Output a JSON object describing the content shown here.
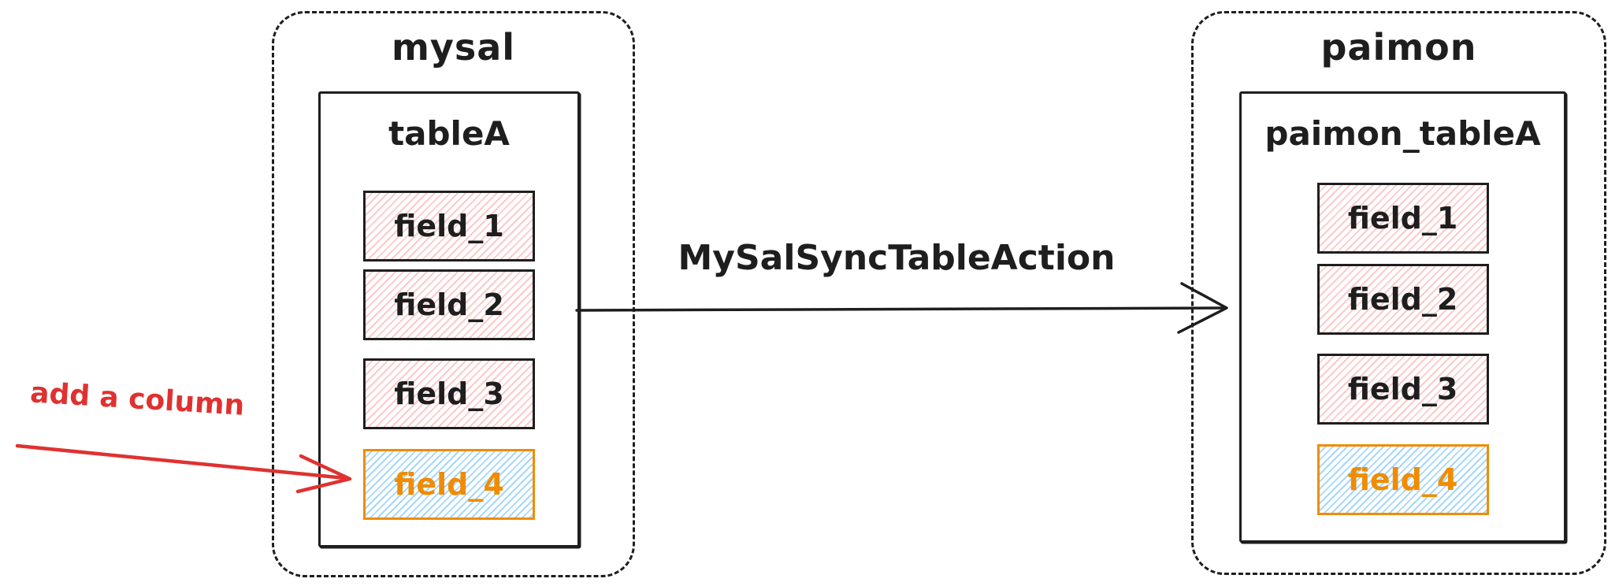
{
  "diagram": {
    "left_group": {
      "label": "mysal",
      "table": {
        "title": "tableA",
        "fields": [
          {
            "label": "field_1",
            "highlight": false
          },
          {
            "label": "field_2",
            "highlight": false
          },
          {
            "label": "field_3",
            "highlight": false
          },
          {
            "label": "field_4",
            "highlight": true
          }
        ]
      }
    },
    "right_group": {
      "label": "paimon",
      "table": {
        "title": "paimon_tableA",
        "fields": [
          {
            "label": "field_1",
            "highlight": false
          },
          {
            "label": "field_2",
            "highlight": false
          },
          {
            "label": "field_3",
            "highlight": false
          },
          {
            "label": "field_4",
            "highlight": true
          }
        ]
      }
    },
    "sync_arrow": {
      "label": "MySalSyncTableAction"
    },
    "annotation": {
      "label": "add a column"
    },
    "colors": {
      "stroke": "#1e1e1e",
      "field_fill_pink": "#ffc9c9",
      "field_fill_blue": "#a5d8ff",
      "highlight_orange": "#f08c00",
      "annotation_red": "#e03131"
    }
  }
}
